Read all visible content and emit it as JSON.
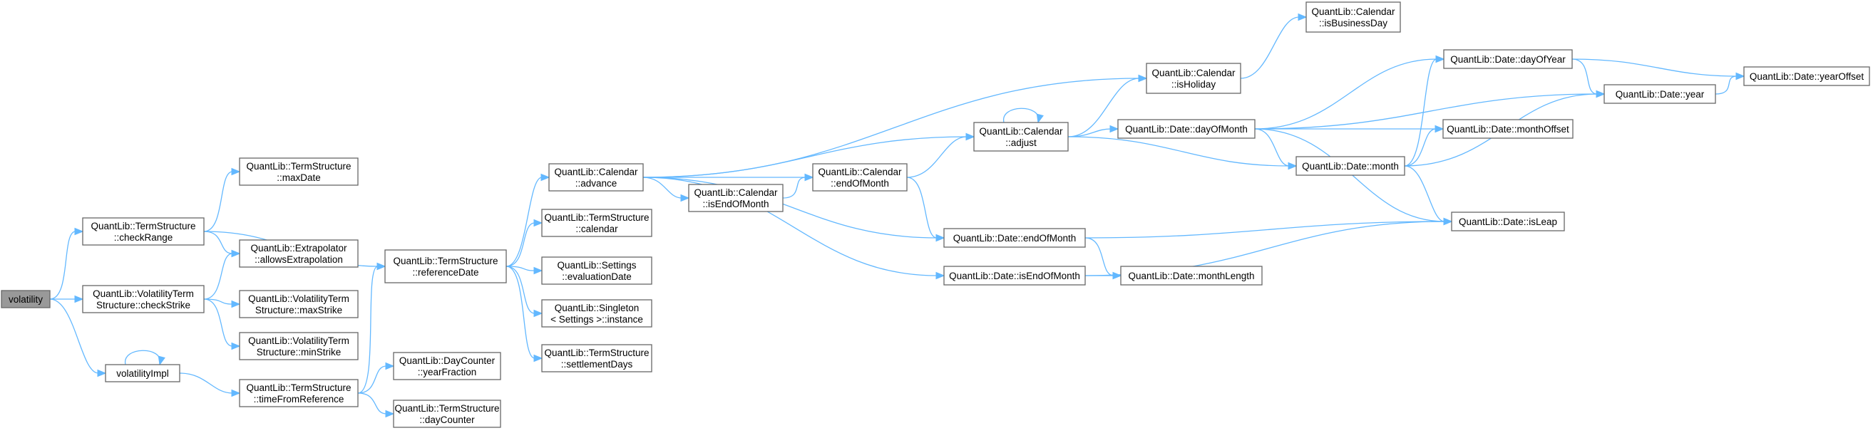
{
  "graph": {
    "nodes": [
      {
        "id": "volatility",
        "lines": [
          "volatility"
        ]
      },
      {
        "id": "checkRange",
        "lines": [
          "QuantLib::TermStructure",
          "::checkRange"
        ]
      },
      {
        "id": "checkStrike",
        "lines": [
          "QuantLib::VolatilityTerm",
          "Structure::checkStrike"
        ]
      },
      {
        "id": "volatilityImpl",
        "lines": [
          "volatilityImpl"
        ]
      },
      {
        "id": "maxDate",
        "lines": [
          "QuantLib::TermStructure",
          "::maxDate"
        ]
      },
      {
        "id": "allowsExtrapolation",
        "lines": [
          "QuantLib::Extrapolator",
          "::allowsExtrapolation"
        ]
      },
      {
        "id": "maxStrike",
        "lines": [
          "QuantLib::VolatilityTerm",
          "Structure::maxStrike"
        ]
      },
      {
        "id": "minStrike",
        "lines": [
          "QuantLib::VolatilityTerm",
          "Structure::minStrike"
        ]
      },
      {
        "id": "timeFromReference",
        "lines": [
          "QuantLib::TermStructure",
          "::timeFromReference"
        ]
      },
      {
        "id": "referenceDate",
        "lines": [
          "QuantLib::TermStructure",
          "::referenceDate"
        ]
      },
      {
        "id": "yearFraction",
        "lines": [
          "QuantLib::DayCounter",
          "::yearFraction"
        ]
      },
      {
        "id": "dayCounter",
        "lines": [
          "QuantLib::TermStructure",
          "::dayCounter"
        ]
      },
      {
        "id": "advance",
        "lines": [
          "QuantLib::Calendar",
          "::advance"
        ]
      },
      {
        "id": "calendar",
        "lines": [
          "QuantLib::TermStructure",
          "::calendar"
        ]
      },
      {
        "id": "evaluationDate",
        "lines": [
          "QuantLib::Settings",
          "::evaluationDate"
        ]
      },
      {
        "id": "instance",
        "lines": [
          "QuantLib::Singleton",
          "< Settings >::instance"
        ]
      },
      {
        "id": "settlementDays",
        "lines": [
          "QuantLib::TermStructure",
          "::settlementDays"
        ]
      },
      {
        "id": "isEndOfMonthCal",
        "lines": [
          "QuantLib::Calendar",
          "::isEndOfMonth"
        ]
      },
      {
        "id": "endOfMonthCal",
        "lines": [
          "QuantLib::Calendar",
          "::endOfMonth"
        ]
      },
      {
        "id": "adjust",
        "lines": [
          "QuantLib::Calendar",
          "::adjust"
        ]
      },
      {
        "id": "isHoliday",
        "lines": [
          "QuantLib::Calendar",
          "::isHoliday"
        ]
      },
      {
        "id": "isBusinessDay",
        "lines": [
          "QuantLib::Calendar",
          "::isBusinessDay"
        ]
      },
      {
        "id": "dateEndOfMonth",
        "lines": [
          "QuantLib::Date::endOfMonth"
        ]
      },
      {
        "id": "dateIsEndOfMonth",
        "lines": [
          "QuantLib::Date::isEndOfMonth"
        ]
      },
      {
        "id": "dayOfMonth",
        "lines": [
          "QuantLib::Date::dayOfMonth"
        ]
      },
      {
        "id": "monthLength",
        "lines": [
          "QuantLib::Date::monthLength"
        ]
      },
      {
        "id": "month",
        "lines": [
          "QuantLib::Date::month"
        ]
      },
      {
        "id": "dayOfYear",
        "lines": [
          "QuantLib::Date::dayOfYear"
        ]
      },
      {
        "id": "monthOffset",
        "lines": [
          "QuantLib::Date::monthOffset"
        ]
      },
      {
        "id": "isLeap",
        "lines": [
          "QuantLib::Date::isLeap"
        ]
      },
      {
        "id": "year",
        "lines": [
          "QuantLib::Date::year"
        ]
      },
      {
        "id": "yearOffset",
        "lines": [
          "QuantLib::Date::yearOffset"
        ]
      }
    ],
    "edges": [
      [
        "volatility",
        "checkRange"
      ],
      [
        "volatility",
        "checkStrike"
      ],
      [
        "volatility",
        "volatilityImpl"
      ],
      [
        "checkRange",
        "maxDate"
      ],
      [
        "checkRange",
        "allowsExtrapolation"
      ],
      [
        "checkRange",
        "referenceDate"
      ],
      [
        "checkStrike",
        "allowsExtrapolation"
      ],
      [
        "checkStrike",
        "maxStrike"
      ],
      [
        "checkStrike",
        "minStrike"
      ],
      [
        "volatilityImpl",
        "volatilityImpl"
      ],
      [
        "volatilityImpl",
        "timeFromReference"
      ],
      [
        "timeFromReference",
        "referenceDate"
      ],
      [
        "timeFromReference",
        "yearFraction"
      ],
      [
        "timeFromReference",
        "dayCounter"
      ],
      [
        "referenceDate",
        "advance"
      ],
      [
        "referenceDate",
        "calendar"
      ],
      [
        "referenceDate",
        "evaluationDate"
      ],
      [
        "referenceDate",
        "instance"
      ],
      [
        "referenceDate",
        "settlementDays"
      ],
      [
        "advance",
        "isHoliday"
      ],
      [
        "advance",
        "adjust"
      ],
      [
        "advance",
        "isEndOfMonthCal"
      ],
      [
        "advance",
        "endOfMonthCal"
      ],
      [
        "advance",
        "dateEndOfMonth"
      ],
      [
        "advance",
        "dateIsEndOfMonth"
      ],
      [
        "isEndOfMonthCal",
        "endOfMonthCal"
      ],
      [
        "endOfMonthCal",
        "adjust"
      ],
      [
        "endOfMonthCal",
        "dateEndOfMonth"
      ],
      [
        "adjust",
        "adjust"
      ],
      [
        "adjust",
        "isHoliday"
      ],
      [
        "adjust",
        "dayOfMonth"
      ],
      [
        "adjust",
        "month"
      ],
      [
        "isHoliday",
        "isBusinessDay"
      ],
      [
        "dayOfMonth",
        "dayOfYear"
      ],
      [
        "dayOfMonth",
        "year"
      ],
      [
        "dayOfMonth",
        "monthOffset"
      ],
      [
        "dayOfMonth",
        "month"
      ],
      [
        "dayOfMonth",
        "isLeap"
      ],
      [
        "month",
        "dayOfYear"
      ],
      [
        "month",
        "monthOffset"
      ],
      [
        "month",
        "year"
      ],
      [
        "month",
        "isLeap"
      ],
      [
        "dayOfYear",
        "year"
      ],
      [
        "dayOfYear",
        "yearOffset"
      ],
      [
        "year",
        "yearOffset"
      ],
      [
        "dateEndOfMonth",
        "isLeap"
      ],
      [
        "dateEndOfMonth",
        "monthLength"
      ],
      [
        "dateIsEndOfMonth",
        "monthLength"
      ],
      [
        "dateIsEndOfMonth",
        "isLeap"
      ]
    ]
  }
}
